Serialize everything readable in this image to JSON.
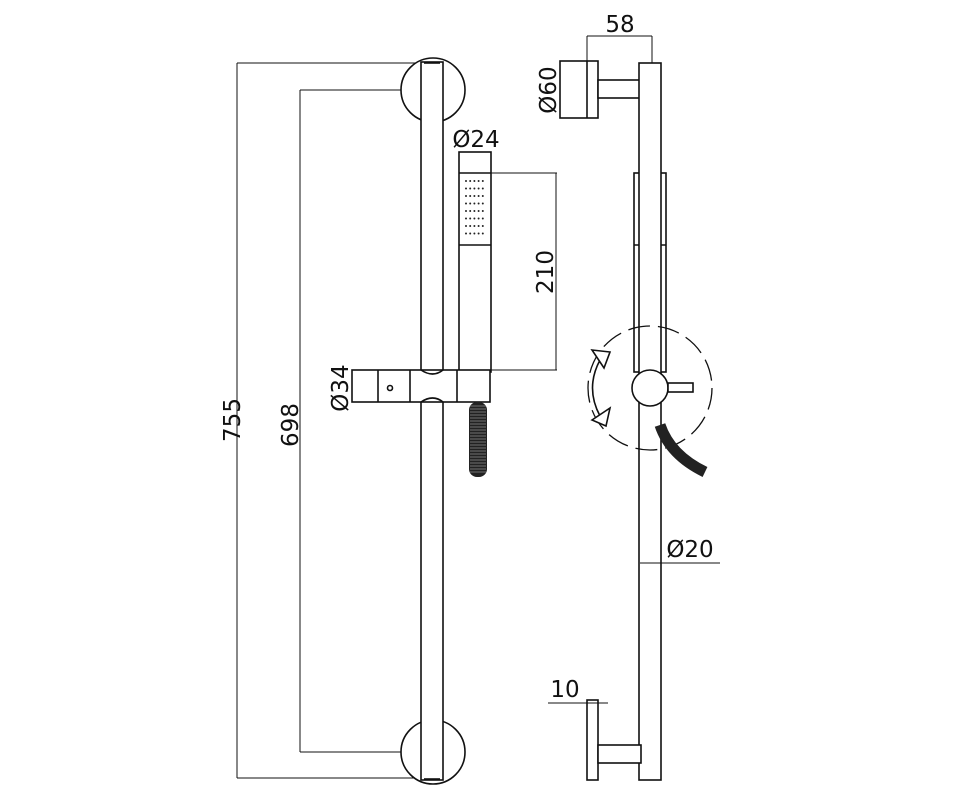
{
  "drawing": {
    "front_view": {
      "overall_height": "755",
      "bracket_spacing": "698",
      "hand_shower_diameter": "Ø24",
      "hand_shower_length": "210",
      "slider_diameter": "Ø34"
    },
    "side_view": {
      "projection": "58",
      "flange_diameter": "Ø60",
      "rail_diameter": "Ø20",
      "bracket_thickness": "10"
    }
  }
}
